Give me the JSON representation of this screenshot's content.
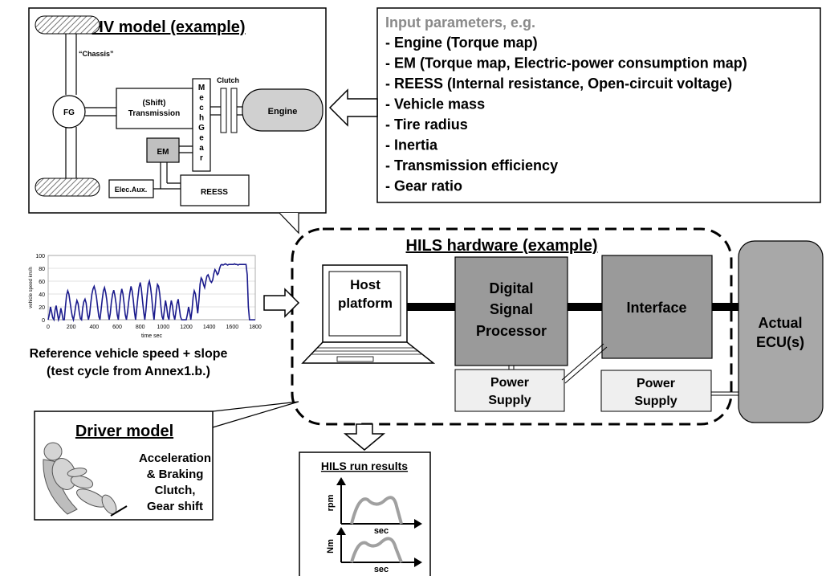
{
  "hv_model": {
    "title": "HV model (example)",
    "chassis": "“Chassis”",
    "fg": "FG",
    "transmission_line1": "(Shift)",
    "transmission_line2": "Transmission",
    "mech_gear": "MechGear",
    "clutch": "Clutch",
    "engine": "Engine",
    "em": "EM",
    "elec_aux": "Elec.Aux.",
    "reess": "REESS"
  },
  "input_params": {
    "title": "Input parameters, e.g.",
    "items": [
      "- Engine (Torque map)",
      "- EM (Torque map, Electric-power consumption map)",
      "- REESS (Internal resistance, Open-circuit voltage)",
      "- Vehicle mass",
      "- Tire radius",
      "- Inertia",
      "- Transmission efficiency",
      "- Gear ratio"
    ]
  },
  "hils": {
    "title": "HILS hardware (example)",
    "host_line1": "Host",
    "host_line2": "platform",
    "dsp_line1": "Digital",
    "dsp_line2": "Signal",
    "dsp_line3": "Processor",
    "interface": "Interface",
    "power1_line1": "Power",
    "power1_line2": "Supply",
    "power2_line1": "Power",
    "power2_line2": "Supply"
  },
  "ecu": {
    "line1": "Actual",
    "line2": "ECU(s)"
  },
  "reference": {
    "line1": "Reference vehicle speed + slope",
    "line2": "(test cycle from Annex1.b.)"
  },
  "driver_model": {
    "title": "Driver model",
    "line1": "Acceleration",
    "line2": "& Braking",
    "line3": "Clutch,",
    "line4": "Gear shift"
  },
  "results": {
    "title": "HILS run results",
    "y1": "rpm",
    "x1": "sec",
    "y2": "Nm",
    "x2": "sec"
  },
  "colors": {
    "dsp_fill": "#9a9a9a",
    "ecu_fill": "#a8a8a8",
    "engine_fill": "#d0d0d0",
    "em_fill": "#c0c0c0",
    "curve_color": "#1a1a8c",
    "result_curve": "#a0a0a0",
    "muted_title": "#8a8a8a"
  },
  "chart_data": {
    "type": "line",
    "xlabel": "time    sec",
    "ylabel": "vehicle speed  km/h",
    "xlim": [
      0,
      1800
    ],
    "ylim": [
      0,
      100
    ],
    "xticks": [
      0,
      200,
      400,
      600,
      800,
      1000,
      1200,
      1400,
      1600,
      1800
    ],
    "yticks": [
      0,
      20,
      40,
      60,
      80,
      100
    ],
    "series": [
      {
        "x": [
          0,
          10,
          20,
          30,
          40,
          50,
          60,
          70,
          80,
          90,
          100,
          110,
          120,
          130,
          140,
          150,
          160,
          170,
          180,
          190,
          200,
          210,
          220,
          230,
          240,
          250,
          260,
          270,
          280,
          290,
          300,
          310,
          320,
          330,
          340,
          350,
          360,
          370,
          380,
          390,
          400,
          410,
          420,
          430,
          440,
          450,
          460,
          470,
          480,
          490,
          500,
          510,
          520,
          530,
          540,
          550,
          560,
          570,
          580,
          590,
          600,
          610,
          620,
          630,
          640,
          650,
          660,
          670,
          680,
          690,
          700,
          710,
          720,
          730,
          740,
          750,
          760,
          770,
          780,
          790,
          800,
          810,
          820,
          830,
          840,
          850,
          860,
          870,
          880,
          890,
          900,
          910,
          920,
          930,
          940,
          950,
          960,
          970,
          980,
          990,
          1000,
          1010,
          1020,
          1030,
          1040,
          1050,
          1060,
          1070,
          1080,
          1090,
          1100,
          1110,
          1120,
          1130,
          1140,
          1150,
          1160,
          1170,
          1180,
          1190,
          1200,
          1210,
          1220,
          1230,
          1240,
          1250,
          1260,
          1270,
          1280,
          1290,
          1300,
          1310,
          1320,
          1330,
          1340,
          1350,
          1360,
          1370,
          1380,
          1390,
          1400,
          1410,
          1420,
          1430,
          1440,
          1450,
          1460,
          1470,
          1480,
          1490,
          1500,
          1510,
          1520,
          1530,
          1540,
          1550,
          1560,
          1570,
          1580,
          1590,
          1600,
          1610,
          1620,
          1630,
          1640,
          1650,
          1660,
          1670,
          1680,
          1690,
          1700,
          1710,
          1720,
          1730,
          1740,
          1750,
          1760,
          1770,
          1780,
          1790,
          1800
        ],
        "y": [
          0,
          8,
          20,
          12,
          3,
          0,
          15,
          22,
          10,
          0,
          5,
          18,
          10,
          0,
          0,
          20,
          38,
          45,
          40,
          28,
          15,
          5,
          0,
          10,
          22,
          30,
          25,
          12,
          2,
          0,
          18,
          28,
          32,
          26,
          10,
          0,
          8,
          25,
          40,
          48,
          52,
          45,
          35,
          20,
          5,
          0,
          15,
          32,
          45,
          50,
          42,
          30,
          12,
          0,
          10,
          28,
          40,
          46,
          38,
          25,
          8,
          0,
          20,
          38,
          48,
          40,
          25,
          8,
          0,
          12,
          28,
          42,
          52,
          45,
          30,
          12,
          0,
          18,
          35,
          50,
          58,
          48,
          30,
          12,
          0,
          15,
          38,
          55,
          60,
          50,
          35,
          15,
          0,
          20,
          42,
          55,
          52,
          40,
          20,
          5,
          0,
          15,
          30,
          20,
          5,
          0,
          18,
          30,
          22,
          8,
          0,
          12,
          25,
          32,
          18,
          5,
          0,
          0,
          0,
          0,
          0,
          8,
          20,
          12,
          0,
          15,
          35,
          45,
          40,
          25,
          10,
          30,
          55,
          65,
          62,
          55,
          50,
          60,
          68,
          70,
          65,
          60,
          58,
          62,
          72,
          78,
          75,
          70,
          72,
          80,
          85,
          86,
          85,
          86,
          87,
          86,
          85,
          86,
          86,
          86,
          86,
          86,
          87,
          86,
          86,
          85,
          86,
          86,
          86,
          86,
          86,
          86,
          86,
          70,
          20,
          0,
          0,
          0,
          0,
          0,
          0
        ]
      }
    ]
  }
}
